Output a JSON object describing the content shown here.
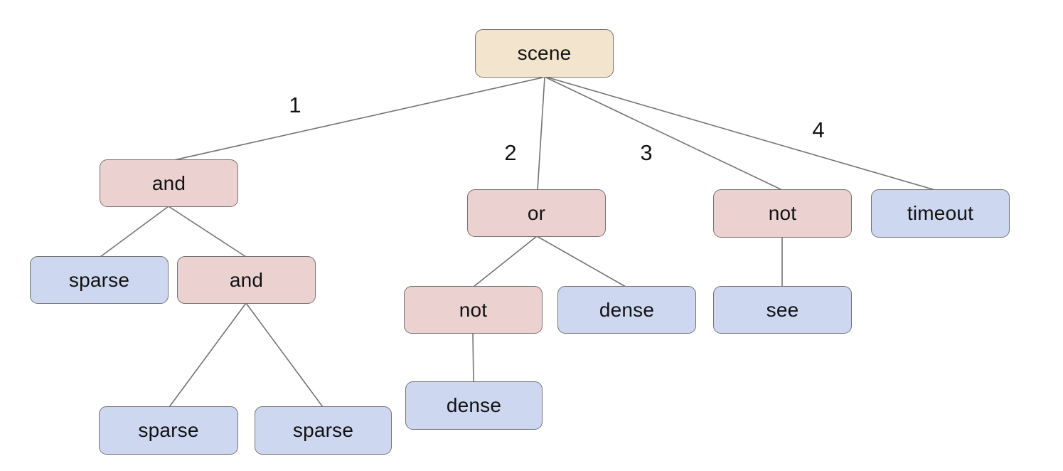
{
  "colors": {
    "background": "#ffffff",
    "root_node_fill": "#f3e5cd",
    "operator_node_fill": "#ebd1d0",
    "leaf_node_fill": "#cdd8f0",
    "node_border": "#737373",
    "edge_line": "#737373",
    "text": "#121212"
  },
  "tree": {
    "label": "scene",
    "children": [
      {
        "edge_label": "1",
        "label": "and",
        "children": [
          {
            "label": "sparse"
          },
          {
            "label": "and",
            "children": [
              {
                "label": "sparse"
              },
              {
                "label": "sparse"
              }
            ]
          }
        ]
      },
      {
        "edge_label": "2",
        "label": "or",
        "children": [
          {
            "label": "not",
            "children": [
              {
                "label": "dense"
              }
            ]
          },
          {
            "label": "dense"
          }
        ]
      },
      {
        "edge_label": "3",
        "label": "not",
        "children": [
          {
            "label": "see"
          }
        ]
      },
      {
        "edge_label": "4",
        "label": "timeout"
      }
    ]
  }
}
